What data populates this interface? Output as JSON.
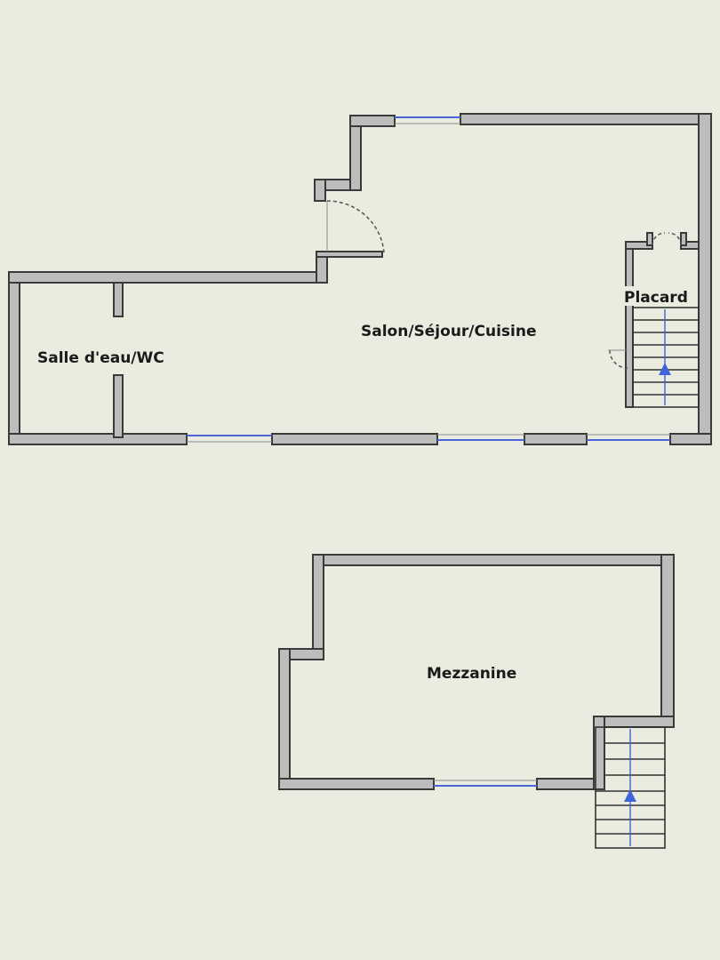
{
  "rooms": {
    "salle_eau": "Salle d'eau/WC",
    "salon": "Salon/Séjour/Cuisine",
    "placard": "Placard",
    "mezzanine": "Mezzanine"
  },
  "colors": {
    "background": "#e9ecdf",
    "wall_fill": "#bdbdbd",
    "wall_stroke": "#3a3a3a",
    "window": "#4a63d6",
    "stair_arrow": "#3f63d8"
  }
}
